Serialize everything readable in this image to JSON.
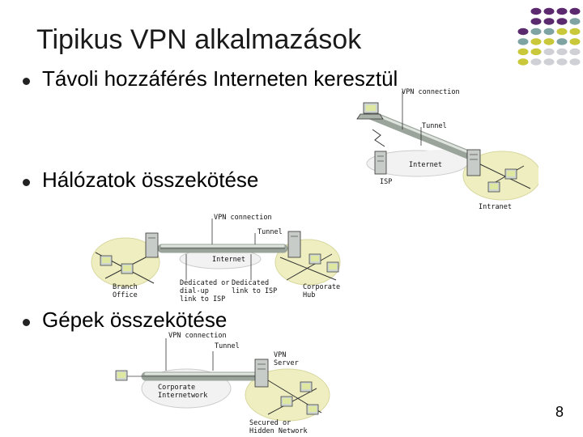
{
  "title": "Tipikus VPN alkalmazások",
  "bullets": [
    "Távoli hozzáférés Interneten keresztül",
    "Hálózatok összekötése",
    "Gépek összekötése"
  ],
  "diagram1": {
    "vpn_connection": "VPN connection",
    "tunnel": "Tunnel",
    "internet": "Internet",
    "isp": "ISP",
    "intranet": "Intranet"
  },
  "diagram2": {
    "vpn_connection": "VPN connection",
    "tunnel": "Tunnel",
    "internet": "Internet",
    "branch_office": [
      "Branch",
      "Office"
    ],
    "dialup": [
      "Dedicated or",
      "dial-up",
      "link to ISP"
    ],
    "dedicated": [
      "Dedicated",
      "link to ISP"
    ],
    "corporate_hub": [
      "Corporate",
      "Hub"
    ]
  },
  "diagram3": {
    "vpn_connection": "VPN connection",
    "tunnel": "Tunnel",
    "vpn_server": [
      "VPN",
      "Server"
    ],
    "internetwork": [
      "Corporate",
      "Internetwork"
    ],
    "secured": [
      "Secured or",
      "Hidden Network"
    ]
  },
  "page_number": "8",
  "colors": {
    "purple": "#5b2a6e",
    "teal": "#7fa3a3",
    "olive": "#c8c83a",
    "grey": "#cfcfd6",
    "cloud": "#eeeec0",
    "tube": "#b8bfb8"
  }
}
